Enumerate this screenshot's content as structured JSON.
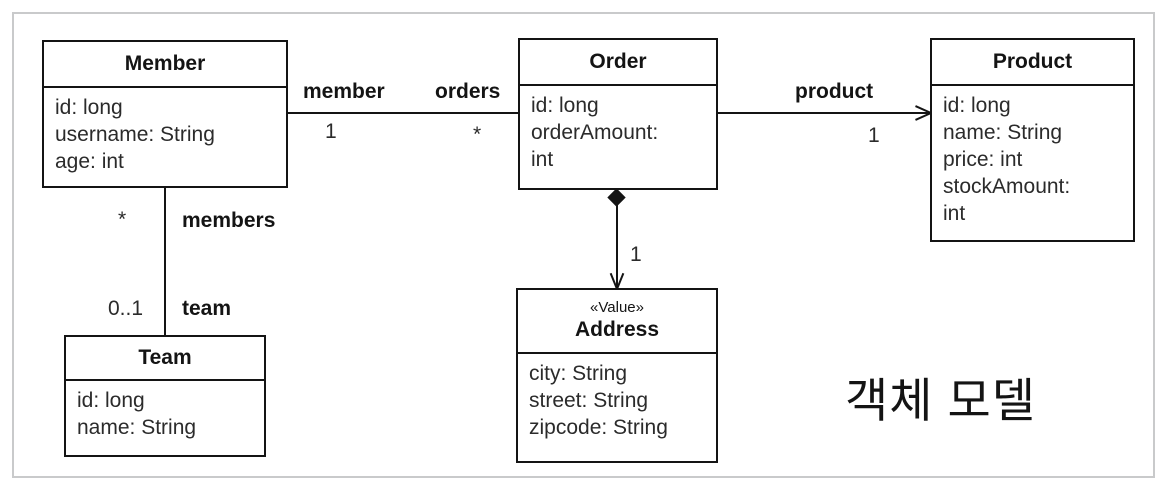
{
  "diagram": {
    "caption": "객체 모델",
    "classes": {
      "member": {
        "name": "Member",
        "attributes": [
          "id: long",
          "username: String",
          "age: int"
        ]
      },
      "order": {
        "name": "Order",
        "attributes": [
          "id: long",
          "orderAmount:",
          "int"
        ]
      },
      "product": {
        "name": "Product",
        "attributes": [
          "id: long",
          "name: String",
          "price: int",
          "stockAmount:",
          "int"
        ]
      },
      "team": {
        "name": "Team",
        "attributes": [
          "id: long",
          "name: String"
        ]
      },
      "address": {
        "stereotype": "«Value»",
        "name": "Address",
        "attributes": [
          "city: String",
          "street: String",
          "zipcode: String"
        ]
      }
    },
    "associations": {
      "member_order": {
        "source_role": "member",
        "source_multiplicity": "1",
        "target_role": "orders",
        "target_multiplicity": "*"
      },
      "order_product": {
        "role": "product",
        "multiplicity": "1"
      },
      "member_team": {
        "source_role": "members",
        "source_multiplicity": "*",
        "target_role": "team",
        "target_multiplicity": "0..1"
      },
      "order_address": {
        "multiplicity": "1"
      }
    },
    "colors": {
      "stroke": "#141414",
      "text": "#2b2b2b",
      "frame": "#c9cacb",
      "background": "#ffffff"
    }
  }
}
